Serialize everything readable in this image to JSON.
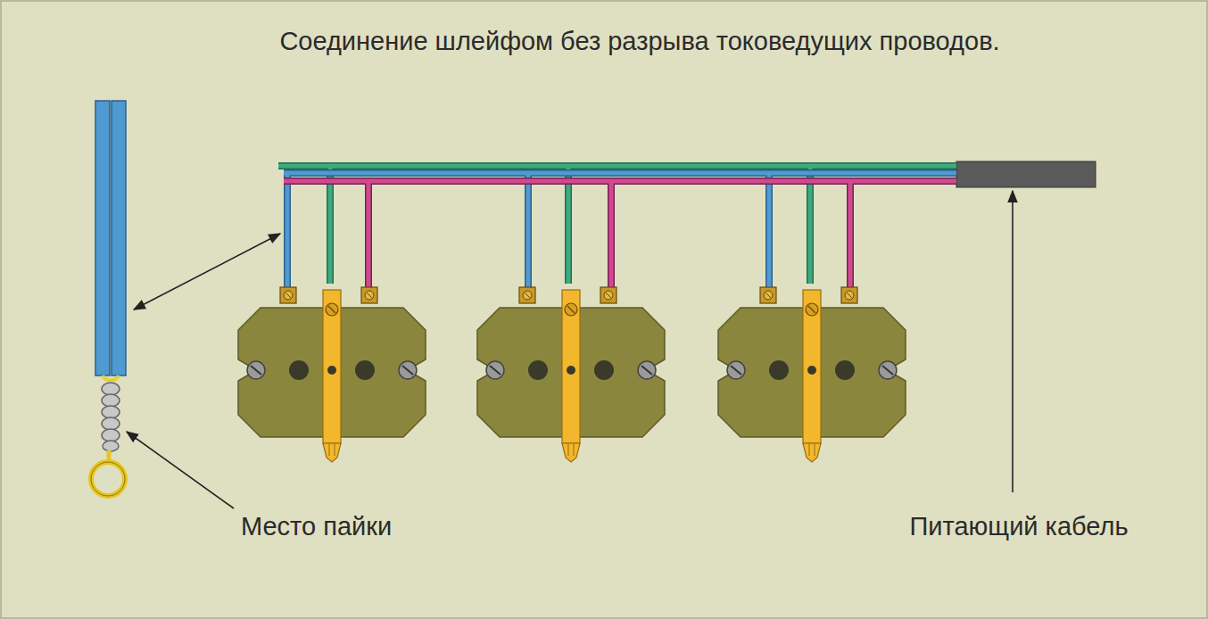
{
  "diagram": {
    "title": "Соединение шлейфом без разрыва токоведущих проводов.",
    "labels": [
      "Место пайки",
      "Питающий кабель"
    ]
  }
}
